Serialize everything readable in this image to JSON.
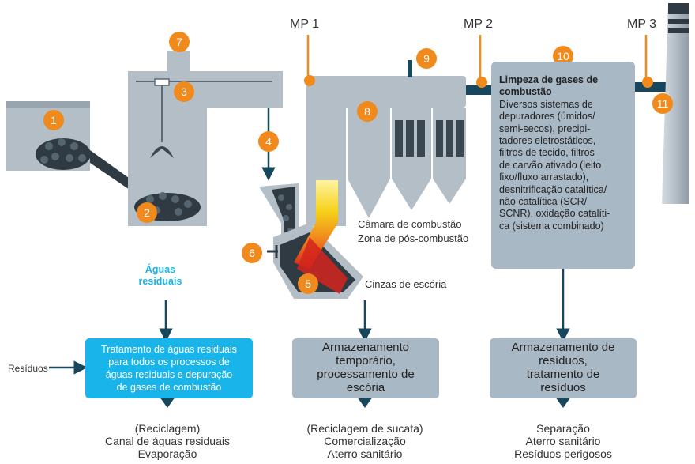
{
  "mp_labels": [
    "MP 1",
    "MP 2",
    "MP 3"
  ],
  "numbers": [
    "1",
    "2",
    "3",
    "4",
    "5",
    "6",
    "7",
    "8",
    "9",
    "10",
    "11"
  ],
  "cleaning": {
    "title_line1": "Limpeza de gases de",
    "title_line2": "combustão",
    "body": [
      "Diversos sistemas de",
      "depuradores (úmidos/",
      "semi-secos), precipi-",
      "tadores eletrostáticos,",
      "filtros de tecido, filtros",
      "de carvão ativado (leito",
      "fixo/fluxo arrastado),",
      "desnitrificação catalítica/",
      "não catalítica (SCR/",
      "SCNR), oxidação catalíti-",
      "ca (sistema combinado)"
    ]
  },
  "labels": {
    "combustion_chamber": "Câmara de combustão",
    "post_combustion": "Zona de pós-combustão",
    "slag_ash": "Cinzas de escória",
    "waste_input": "Resíduos",
    "wastewater_line1": "Águas",
    "wastewater_line2": "residuais"
  },
  "boxes": {
    "wastewater": [
      "Tratamento de águas residuais",
      "para todos os processos de",
      "águas residuais e depuração",
      "de gases de combustão"
    ],
    "storage": [
      "Armazenamento",
      "temporário,",
      "processamento de",
      "escória"
    ],
    "residue": [
      "Armazenamento de",
      "resíduos,",
      "tratamento de",
      "resíduos"
    ]
  },
  "outcomes": {
    "left": [
      "(Reciclagem)",
      "Canal de águas residuais",
      "Evaporação"
    ],
    "middle": [
      "(Reciclagem de sucata)",
      "Comercialização",
      "Aterro sanitário"
    ],
    "right": [
      "Separação",
      "Aterro sanitário",
      "Resíduos perigosos"
    ]
  },
  "colors": {
    "equipment_grey": "#b4bec7",
    "dark_teal": "#17475d",
    "orange": "#f08a1c",
    "cyan": "#19b5ea",
    "box_grey": "#a9b8c5"
  }
}
